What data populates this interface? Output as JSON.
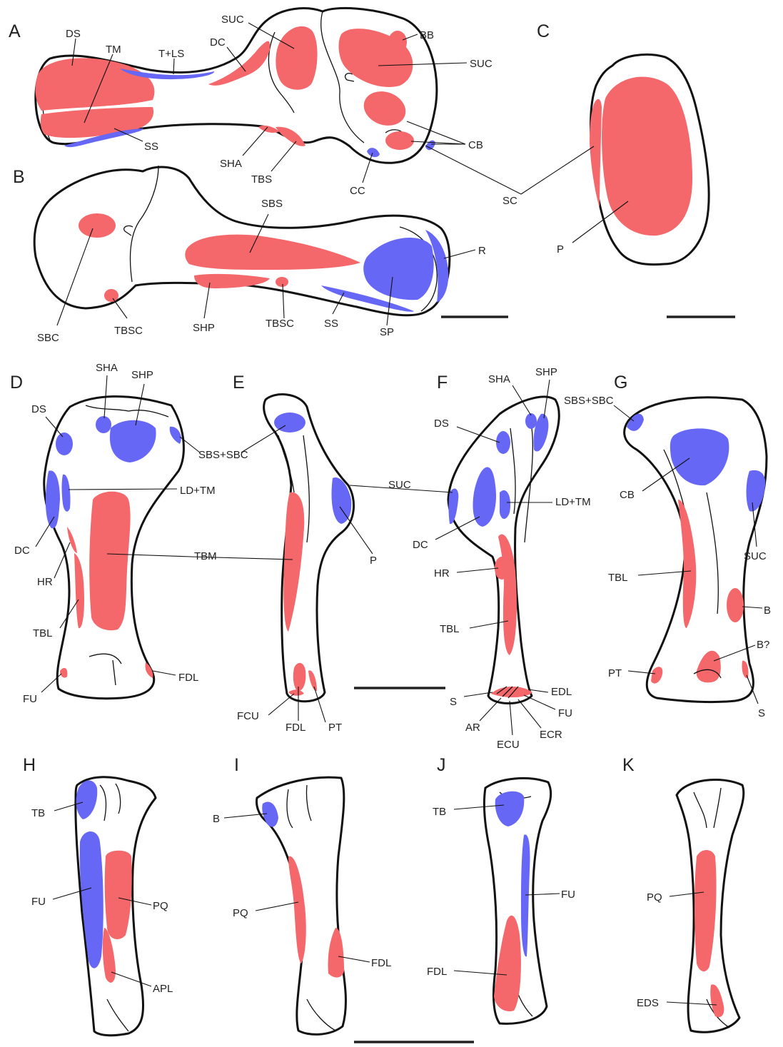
{
  "colors": {
    "red": "#F4676A",
    "blue": "#6767F6",
    "outline": "#111111"
  },
  "panels": {
    "A": {
      "label": "A",
      "muscles": [
        "DS",
        "TM",
        "T+LS",
        "DC",
        "SUC",
        "BB",
        "SUC",
        "SS",
        "SHA",
        "TBS",
        "CC",
        "CB"
      ]
    },
    "B": {
      "label": "B",
      "muscles": [
        "SBS",
        "R",
        "SBC",
        "TBSC",
        "SHP",
        "TBSC",
        "SS",
        "SP"
      ]
    },
    "C": {
      "label": "C",
      "muscles": [
        "SC",
        "P"
      ]
    },
    "D": {
      "label": "D",
      "muscles": [
        "SHA",
        "SHP",
        "DS",
        "LD+TM",
        "DC",
        "HR",
        "TBL",
        "FU",
        "FDL"
      ]
    },
    "E": {
      "label": "E",
      "muscles": [
        "SBS+SBC",
        "TBM",
        "FCU",
        "FDL",
        "PT"
      ]
    },
    "F": {
      "label": "F",
      "muscles": [
        "SHA",
        "SHP",
        "DS",
        "SUC",
        "LD+TM",
        "DC",
        "HR",
        "TBL",
        "EDL",
        "S",
        "FU",
        "AR",
        "ECR",
        "ECU"
      ]
    },
    "G": {
      "label": "G",
      "muscles": [
        "SBS+SBC",
        "CB",
        "SUC",
        "TBL",
        "B",
        "B?",
        "PT",
        "S"
      ]
    },
    "H": {
      "label": "H",
      "muscles": [
        "TB",
        "FU",
        "PQ",
        "APL"
      ]
    },
    "I": {
      "label": "I",
      "muscles": [
        "B",
        "PQ",
        "FDL"
      ]
    },
    "J": {
      "label": "J",
      "muscles": [
        "TB",
        "FU",
        "FDL"
      ]
    },
    "K": {
      "label": "K",
      "muscles": [
        "PQ",
        "EDS"
      ]
    }
  },
  "labels": {
    "A": {
      "ds": "DS",
      "tm": "TM",
      "tls": "T+LS",
      "dc": "DC",
      "suc1": "SUC",
      "bb": "BB",
      "suc2": "SUC",
      "ss": "SS",
      "sha": "SHA",
      "tbs": "TBS",
      "cc": "CC",
      "cb": "CB"
    },
    "B": {
      "sbs": "SBS",
      "r": "R",
      "sbc": "SBC",
      "tbsc1": "TBSC",
      "shp": "SHP",
      "tbsc2": "TBSC",
      "ss": "SS",
      "sp": "SP"
    },
    "C": {
      "sc": "SC",
      "p": "P"
    },
    "D": {
      "sha": "SHA",
      "shp": "SHP",
      "ds": "DS",
      "ldtm": "LD+TM",
      "dc": "DC",
      "hr": "HR",
      "tbl": "TBL",
      "fu": "FU",
      "fdl": "FDL"
    },
    "E": {
      "sbssbc": "SBS+SBC",
      "tbm": "TBM",
      "fcu": "FCU",
      "fdl": "FDL",
      "pt": "PT",
      "p": "P"
    },
    "F": {
      "sha": "SHA",
      "shp": "SHP",
      "ds": "DS",
      "suc": "SUC",
      "ldtm": "LD+TM",
      "dc": "DC",
      "hr": "HR",
      "tbl": "TBL",
      "edl": "EDL",
      "s": "S",
      "fu": "FU",
      "ar": "AR",
      "ecr": "ECR",
      "ecu": "ECU"
    },
    "G": {
      "sbssbc": "SBS+SBC",
      "cb": "CB",
      "suc": "SUC",
      "tbl": "TBL",
      "b": "B",
      "bq": "B?",
      "pt": "PT",
      "s": "S"
    },
    "H": {
      "tb": "TB",
      "fu": "FU",
      "pq": "PQ",
      "apl": "APL"
    },
    "I": {
      "b": "B",
      "pq": "PQ",
      "fdl": "FDL"
    },
    "J": {
      "tb": "TB",
      "fu": "FU",
      "fdl": "FDL"
    },
    "K": {
      "pq": "PQ",
      "eds": "EDS"
    }
  }
}
